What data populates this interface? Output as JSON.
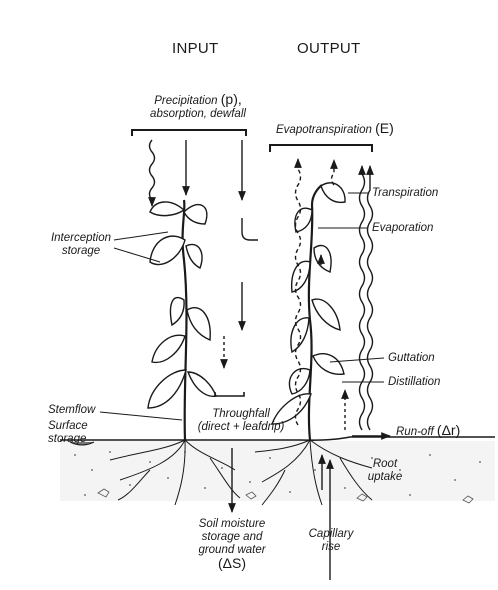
{
  "headers": {
    "input": "INPUT",
    "output": "OUTPUT"
  },
  "labels": {
    "precipitation_line1": "Precipitation",
    "precipitation_symbol": "(p),",
    "precipitation_line2": "absorption, dewfall",
    "evapotranspiration": "Evapotranspiration",
    "evapotranspiration_symbol": "(E)",
    "transpiration": "Transpiration",
    "evaporation": "Evaporation",
    "interception_line1": "Interception",
    "interception_line2": "storage",
    "guttation": "Guttation",
    "distillation": "Distillation",
    "stemflow": "Stemflow",
    "surface_storage_line1": "Surface",
    "surface_storage_line2": "storage",
    "throughfall_line1": "Throughfall",
    "throughfall_line2": "(direct + leafdrip)",
    "runoff": "Run-off",
    "runoff_symbol": "(Δr)",
    "root_uptake_line1": "Root",
    "root_uptake_line2": "uptake",
    "soil_moisture_line1": "Soil moisture",
    "soil_moisture_line2": "storage and",
    "soil_moisture_line3": "ground water",
    "soil_moisture_symbol": "(ΔS)",
    "capillary_line1": "Capillary",
    "capillary_line2": "rise"
  },
  "colors": {
    "ink": "#1a1a1a",
    "soil_dots": "#555555",
    "background": "#ffffff"
  }
}
